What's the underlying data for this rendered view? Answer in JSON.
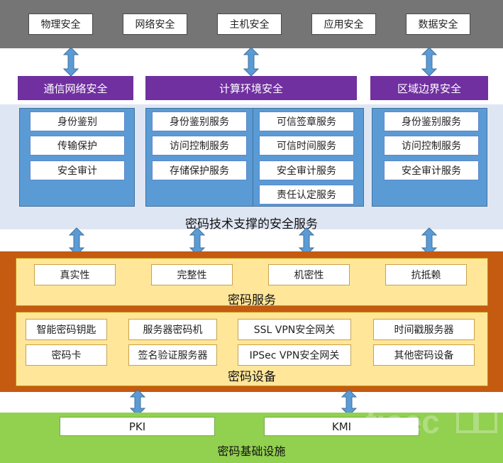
{
  "top_bar": {
    "items": [
      "物理安全",
      "网络安全",
      "主机安全",
      "应用安全",
      "数据安全"
    ]
  },
  "domains": {
    "left": "通信网络安全",
    "middle": "计算环境安全",
    "right": "区域边界安全"
  },
  "services_panel": {
    "left_items": [
      "身份鉴别",
      "传输保护",
      "安全审计"
    ],
    "middle_left_items": [
      "身份鉴别服务",
      "访问控制服务",
      "存储保护服务"
    ],
    "middle_right_items": [
      "可信签章服务",
      "可信时间服务",
      "安全审计服务",
      "责任认定服务"
    ],
    "right_items": [
      "身份鉴别服务",
      "访问控制服务",
      "安全审计服务"
    ],
    "caption": "密码技术支撑的安全服务"
  },
  "crypto_services": {
    "items": [
      "真实性",
      "完整性",
      "机密性",
      "抗抵赖"
    ],
    "caption": "密码服务"
  },
  "crypto_devices": {
    "row1": [
      "智能密码钥匙",
      "服务器密码机",
      "SSL VPN安全网关",
      "时间戳服务器"
    ],
    "row2": [
      "密码卡",
      "签名验证服务器",
      "IPSec VPN安全网关",
      "其他密码设备"
    ],
    "caption": "密码设备"
  },
  "infrastructure": {
    "items": [
      "PKI",
      "KMI"
    ],
    "caption": "密码基础设施"
  },
  "colors": {
    "top_gray": "#757575",
    "purple": "#7030a0",
    "light_blue_bg": "#dfe6f3",
    "blue_panel": "#5b9bd5",
    "orange": "#c55a11",
    "yellow": "#ffe699",
    "green": "#92d050",
    "arrow_blue": "#5b9bd5"
  }
}
